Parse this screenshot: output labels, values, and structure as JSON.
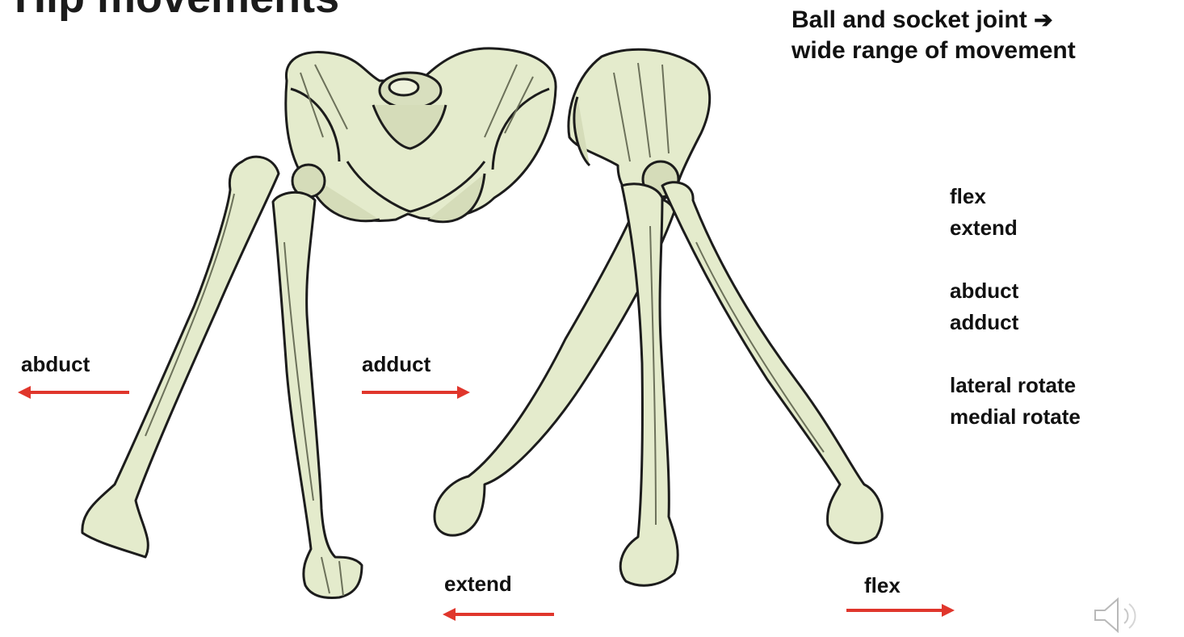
{
  "slide": {
    "partial_title": "Hip movements",
    "heading_line1": "Ball and socket joint",
    "heading_arrow": "➔",
    "heading_line2": "wide range of movement",
    "movements": [
      [
        "flex",
        "extend"
      ],
      [
        "abduct",
        "adduct"
      ],
      [
        "lateral rotate",
        "medial rotate"
      ]
    ],
    "diagram_labels": {
      "abduct": "abduct",
      "adduct": "adduct",
      "extend": "extend",
      "flex": "flex"
    },
    "colors": {
      "arrow": "#e0362c",
      "bone_fill": "#e4ebcc",
      "bone_outline": "#1c1c1c",
      "bone_shade": "#8d9276"
    },
    "icons": {
      "audio": "speaker-icon"
    }
  }
}
